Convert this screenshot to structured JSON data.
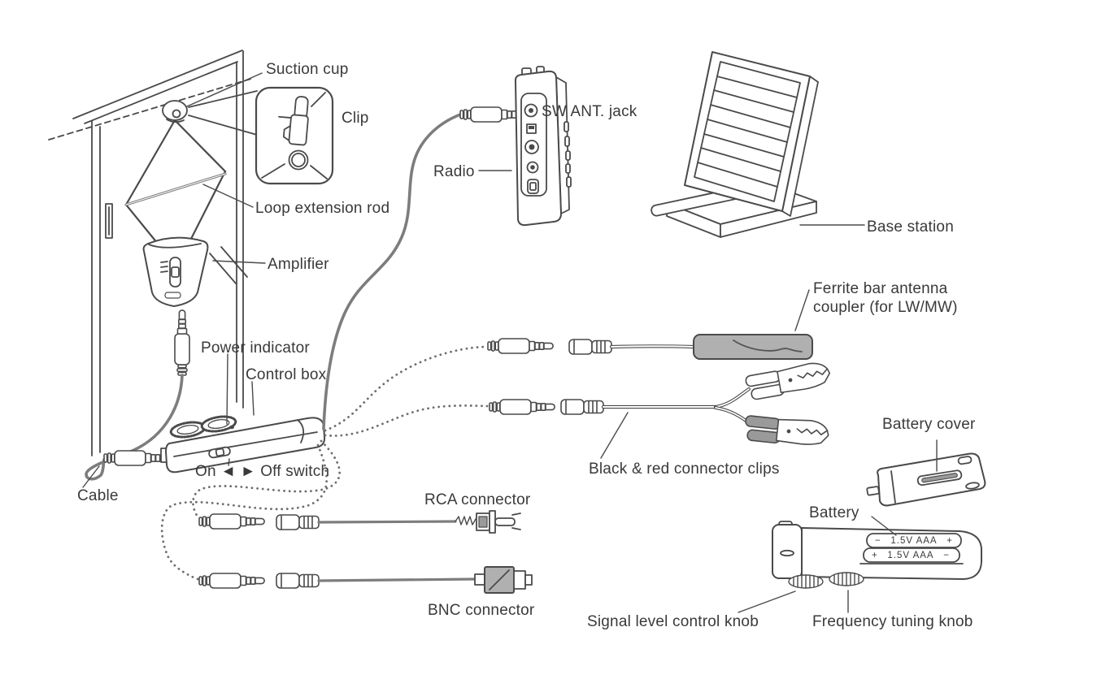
{
  "diagram": {
    "type": "parts-connection-diagram",
    "subject": "Loop antenna kit: window-mounted loop, amplifier, control box, radio and accessories"
  },
  "labels": {
    "suction_cup": "Suction cup",
    "clip": "Clip",
    "loop_extension_rod": "Loop extension rod",
    "amplifier": "Amplifier",
    "power_indicator": "Power indicator",
    "control_box": "Control box",
    "on_off_switch": "On ◄ ► Off switch",
    "cable": "Cable",
    "rca_connector": "RCA connector",
    "bnc_connector": "BNC connector",
    "radio": "Radio",
    "sw_ant_jack": "SW ANT. jack",
    "base_station": "Base station",
    "ferrite_coupler_line1": "Ferrite bar antenna",
    "ferrite_coupler_line2": "coupler (for LW/MW)",
    "connector_clips": "Black & red connector clips",
    "battery_cover": "Battery cover",
    "battery": "Battery",
    "signal_level_knob": "Signal level control knob",
    "frequency_tuning_knob": "Frequency tuning knob"
  },
  "battery_cells": [
    {
      "left": "−",
      "label": "1.5V  AAA",
      "right": "+"
    },
    {
      "left": "+",
      "label": "1.5V  AAA",
      "right": "−"
    }
  ],
  "colors": {
    "line": "#4a4a4a",
    "cable": "#7d7d7d",
    "dotted_cable": "#6e6e6e",
    "ferrite_fill": "#b0b0b0",
    "clip_boot_dark": "#9a9a9a",
    "text": "#3a3a3a",
    "background": "#ffffff"
  }
}
